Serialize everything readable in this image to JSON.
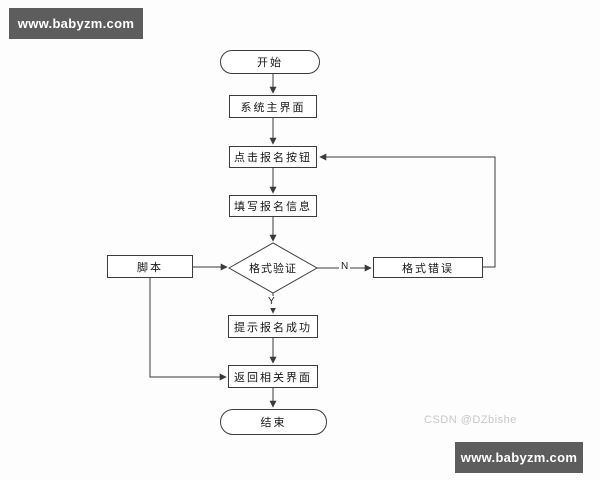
{
  "watermark": {
    "site_top_left": "www.babyzm.com",
    "site_bottom_right": "www.babyzm.com",
    "csdn_credit": "CSDN @DZbishe"
  },
  "flowchart": {
    "nodes": {
      "start": "开始",
      "main_ui": "系统主界面",
      "click_register": "点击报名按钮",
      "fill_info": "填写报名信息",
      "validate": "格式验证",
      "script": "脚本",
      "format_error": "格式错误",
      "success_prompt": "提示报名成功",
      "return_ui": "返回相关界面",
      "end": "结束"
    },
    "edge_labels": {
      "no": "N",
      "yes": "Y"
    }
  },
  "colors": {
    "line": "#3b3b3b",
    "watermark_bg": "#5d5d5d",
    "watermark_text": "#ffffff",
    "csdn_text": "#c8c8c8",
    "background": "#fdfdfd"
  }
}
